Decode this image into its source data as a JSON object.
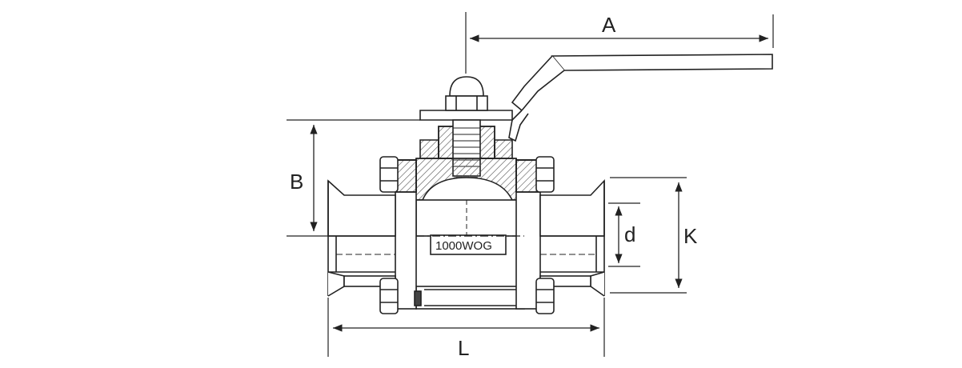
{
  "dimensions": {
    "A": "A",
    "B": "B",
    "d": "d",
    "K": "K",
    "L": "L"
  },
  "body_marking": "1000WOG",
  "colors": {
    "line": "#222222",
    "hatch": "#555555",
    "background": "#ffffff"
  }
}
